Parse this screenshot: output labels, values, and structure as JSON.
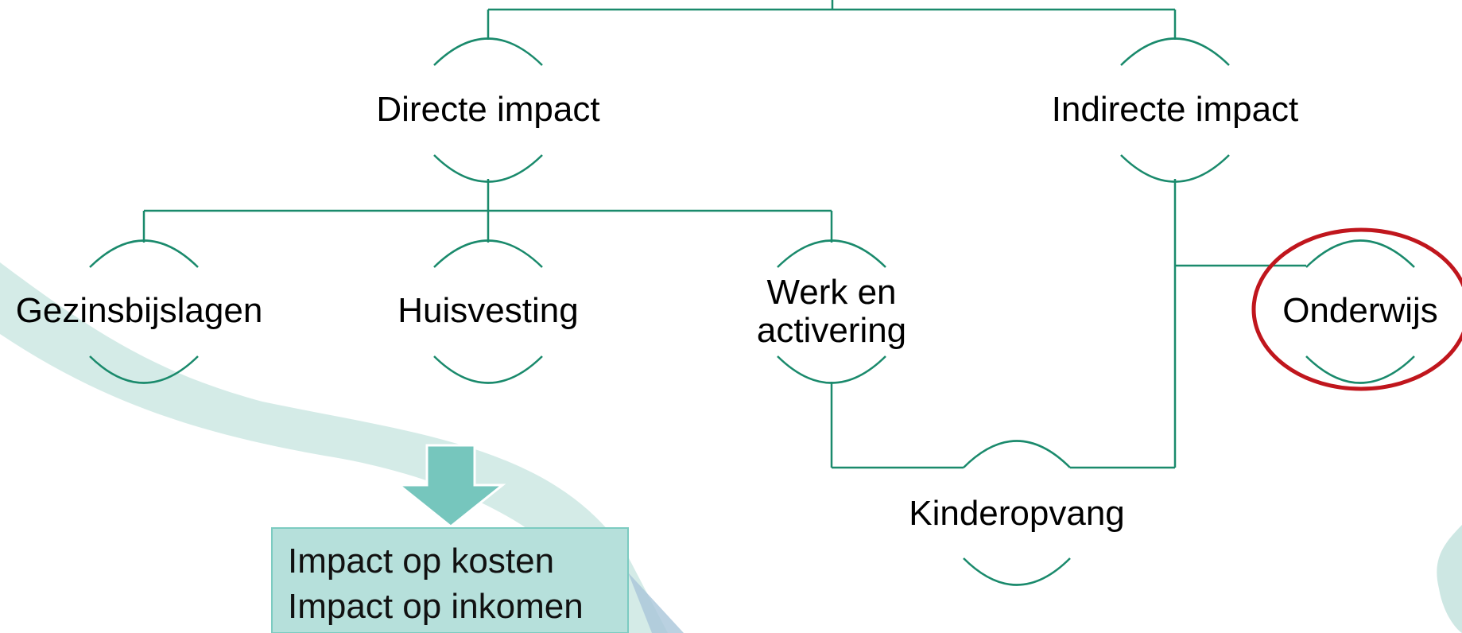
{
  "colors": {
    "connector": "#1a8a6c",
    "highlight": "#c0161d",
    "arrow": "#76c6bd",
    "box_fill": "#b6e0db",
    "box_stroke": "#7ccbc1",
    "swoosh": "#cde7e3"
  },
  "nodes": {
    "directe_impact": "Directe impact",
    "indirecte_impact": "Indirecte impact",
    "gezinsbijslagen": "Gezinsbijslagen",
    "huisvesting": "Huisvesting",
    "werk_line1": "Werk en",
    "werk_line2": "activering",
    "onderwijs": "Onderwijs",
    "kinderopvang": "Kinderopvang"
  },
  "impact_box": {
    "line1": "Impact op kosten",
    "line2": "Impact op inkomen"
  },
  "highlighted_node": "onderwijs"
}
